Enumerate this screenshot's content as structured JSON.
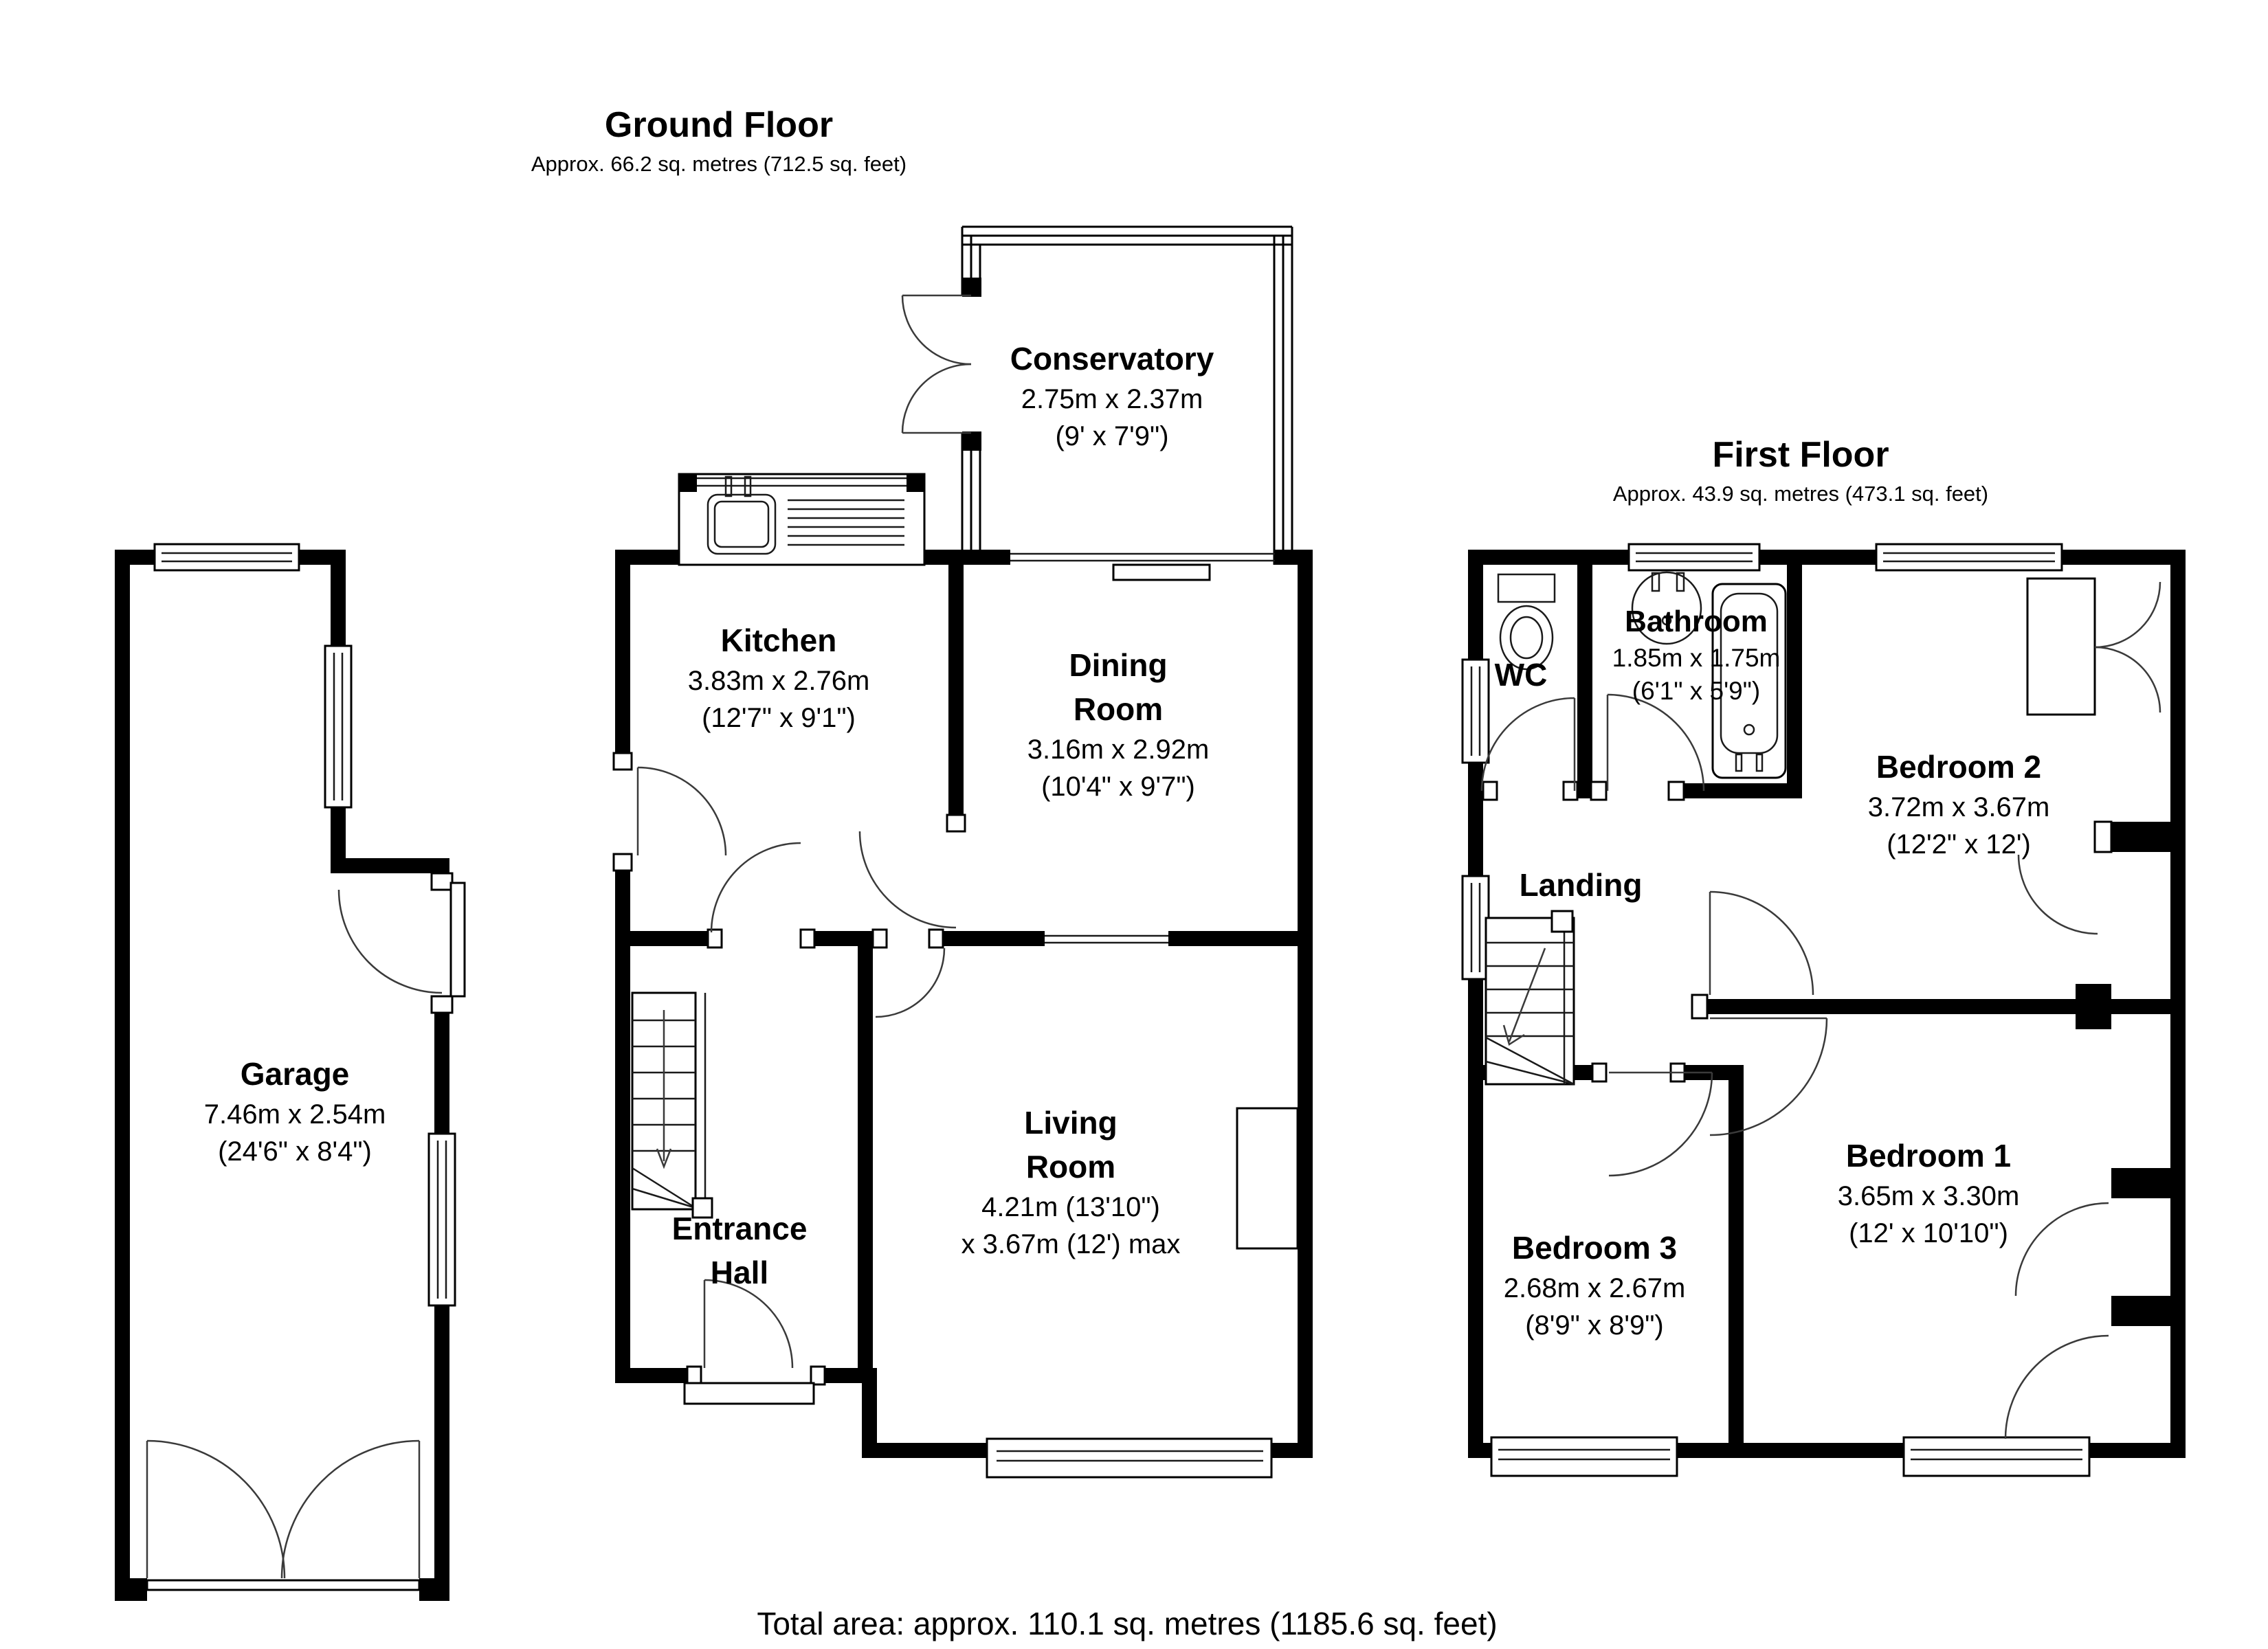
{
  "ground_floor": {
    "title": "Ground Floor",
    "subtitle": "Approx. 66.2 sq. metres (712.5 sq. feet)",
    "rooms": {
      "conservatory": {
        "name": "Conservatory",
        "size_metric": "2.75m x 2.37m",
        "size_imperial": "(9' x 7'9\")"
      },
      "kitchen": {
        "name": "Kitchen",
        "size_metric": "3.83m x 2.76m",
        "size_imperial": "(12'7\" x 9'1\")"
      },
      "dining_room": {
        "name_line1": "Dining",
        "name_line2": "Room",
        "size_metric": "3.16m x 2.92m",
        "size_imperial": "(10'4\" x 9'7\")"
      },
      "living_room": {
        "name_line1": "Living",
        "name_line2": "Room",
        "size_metric": "4.21m (13'10\")",
        "size_imperial": "x 3.67m (12') max"
      },
      "entrance_hall": {
        "name_line1": "Entrance",
        "name_line2": "Hall"
      },
      "garage": {
        "name": "Garage",
        "size_metric": "7.46m x 2.54m",
        "size_imperial": "(24'6\" x 8'4\")"
      }
    }
  },
  "first_floor": {
    "title": "First Floor",
    "subtitle": "Approx. 43.9 sq. metres (473.1 sq. feet)",
    "rooms": {
      "wc": {
        "name": "WC"
      },
      "bathroom": {
        "name": "Bathroom",
        "size_metric": "1.85m x 1.75m",
        "size_imperial": "(6'1\" x 5'9\")"
      },
      "bedroom2": {
        "name": "Bedroom 2",
        "size_metric": "3.72m x 3.67m",
        "size_imperial": "(12'2\" x 12')"
      },
      "landing": {
        "name": "Landing"
      },
      "bedroom3": {
        "name": "Bedroom 3",
        "size_metric": "2.68m x 2.67m",
        "size_imperial": "(8'9\" x 8'9\")"
      },
      "bedroom1": {
        "name": "Bedroom 1",
        "size_metric": "3.65m x 3.30m",
        "size_imperial": "(12' x 10'10\")"
      }
    }
  },
  "footer": {
    "total_area": "Total area: approx. 110.1 sq. metres (1185.6 sq. feet)"
  }
}
